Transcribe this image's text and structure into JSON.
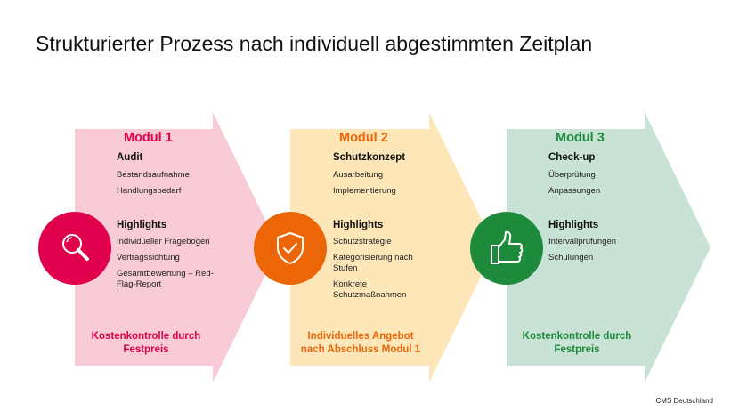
{
  "title": "Strukturierter Prozess nach individuell abgestimmten Zeitplan",
  "copyright": "CMS Deutschland",
  "modules": [
    {
      "title": "Modul 1",
      "section1_title": "Audit",
      "section1_items": [
        "Bestandsaufnahme",
        "Handlungsbedarf"
      ],
      "section2_title": "Highlights",
      "section2_items": [
        "Individueller Fragebogen",
        "Vertragssichtung",
        "Gesamtbewertung – Red-Flag-Report"
      ],
      "footer_line1": "Kostenkontrolle durch",
      "footer_line2": "Festpreis",
      "icon": "magnifier-icon",
      "arrow_color": "#f8cbd6",
      "circle_color": "#e0004d",
      "accent_color": "#e0004d"
    },
    {
      "title": "Modul 2",
      "section1_title": "Schutzkonzept",
      "section1_items": [
        "Ausarbeitung",
        "Implementierung"
      ],
      "section2_title": "Highlights",
      "section2_items": [
        "Schutzstrategie",
        "Kategorisierung nach Stufen",
        "Konkrete Schutzmaßnahmen"
      ],
      "footer_line1": "Individuelles Angebot",
      "footer_line2": "nach Abschluss Modul 1",
      "icon": "shield-check-icon",
      "arrow_color": "#fde7b9",
      "circle_color": "#ec6608",
      "accent_color": "#ec6608"
    },
    {
      "title": "Modul 3",
      "section1_title": "Check-up",
      "section1_items": [
        "Überprüfung",
        "Anpassungen"
      ],
      "section2_title": "Highlights",
      "section2_items": [
        "Intervallprüfungen",
        "Schulungen"
      ],
      "footer_line1": "Kostenkontrolle durch",
      "footer_line2": "Festpreis",
      "icon": "thumbs-up-icon",
      "arrow_color": "#c8e3d6",
      "circle_color": "#1e8a3c",
      "accent_color": "#1e8a3c"
    }
  ]
}
